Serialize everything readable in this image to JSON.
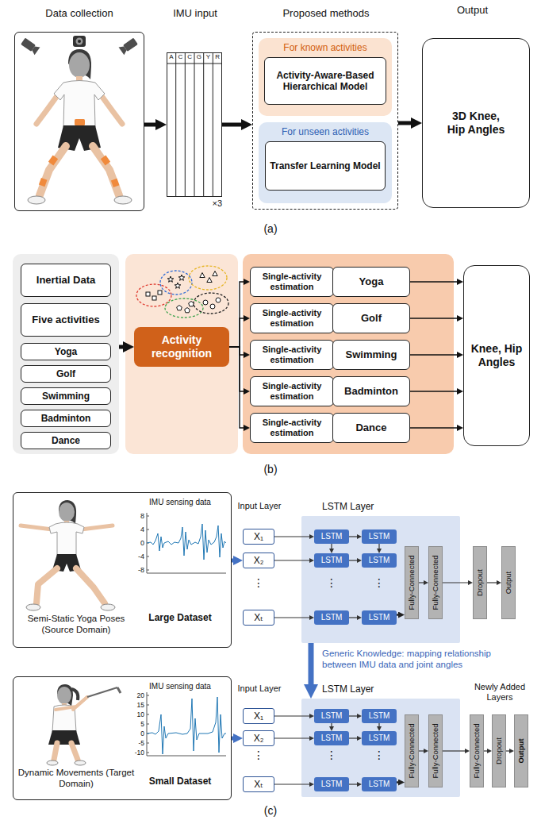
{
  "diagram": {
    "nodes": [
      {
        "text": [
          "Data collection"
        ]
      },
      {
        "text": [
          "IMU input"
        ]
      },
      {
        "text": [
          "Proposed methods"
        ]
      },
      {
        "text": [
          "For known activities"
        ],
        "in": 2
      },
      {
        "text": [
          "Activity-Aware-Based Hierarchical Model"
        ],
        "in": 3
      },
      {
        "text": [
          "For unseen activities"
        ],
        "in": 2
      },
      {
        "text": [
          "Transfer Learning Model"
        ],
        "in": 5
      },
      {
        "text": [
          "Output",
          "3D Knee, Hip Angles"
        ]
      },
      {
        "text": []
      },
      {
        "text": [
          "Inertial Data"
        ],
        "in": 8
      },
      {
        "text": [
          "Five activities"
        ],
        "in": 8
      },
      {
        "text": [
          "Yoga"
        ],
        "in": 8
      },
      {
        "text": [
          "Golf"
        ],
        "in": 8
      },
      {
        "text": [
          "Swimming"
        ],
        "in": 8
      },
      {
        "text": [
          "Badminton"
        ],
        "in": 8
      },
      {
        "text": [
          "Dance"
        ],
        "in": 8
      },
      {
        "text": [
          "Activity recognition"
        ]
      },
      {
        "text": [
          "Single-activity estimation"
        ]
      },
      {
        "text": [
          "Yoga"
        ]
      },
      {
        "text": [
          "Single-activity estimation"
        ]
      },
      {
        "text": [
          "Golf"
        ]
      },
      {
        "text": [
          "Single-activity estimation"
        ]
      },
      {
        "text": [
          "Swimming"
        ]
      },
      {
        "text": [
          "Single-activity estimation"
        ]
      },
      {
        "text": [
          "Badminton"
        ]
      },
      {
        "text": [
          "Single-activity estimation"
        ]
      },
      {
        "text": [
          "Dance"
        ]
      },
      {
        "text": [
          "Knee, Hip Angles"
        ]
      },
      {
        "text": [
          "Semi-Static Yoga Poses (Source Domain)",
          "IMU sensing data",
          "Large Dataset"
        ]
      },
      {
        "text": [
          "X₁"
        ]
      },
      {
        "text": [
          "X₂"
        ]
      },
      {
        "text": [
          "Xₜ"
        ]
      },
      {
        "text": [
          "LSTM Layer"
        ]
      },
      {
        "text": [
          "LSTM"
        ],
        "in": 32
      },
      {
        "text": [
          "LSTM"
        ],
        "in": 32
      },
      {
        "text": [
          "LSTM"
        ],
        "in": 32
      },
      {
        "text": [
          "LSTM"
        ],
        "in": 32
      },
      {
        "text": [
          "LSTM"
        ],
        "in": 32
      },
      {
        "text": [
          "LSTM"
        ],
        "in": 32
      },
      {
        "text": [
          "Fully-Connected"
        ],
        "in": 32
      },
      {
        "text": [
          "Fully-Connected"
        ],
        "in": 32
      },
      {
        "text": [
          "Dropout"
        ]
      },
      {
        "text": [
          "Output"
        ]
      },
      {
        "text": [
          "Dynamic Movements (Target Domain)",
          "IMU sensing data",
          "Small Dataset"
        ]
      },
      {
        "text": [
          "X₁"
        ]
      },
      {
        "text": [
          "X₂"
        ]
      },
      {
        "text": [
          "Xₜ"
        ]
      },
      {
        "text": [
          "LSTM Layer"
        ]
      },
      {
        "text": [
          "LSTM"
        ],
        "in": 47
      },
      {
        "text": [
          "LSTM"
        ],
        "in": 47
      },
      {
        "text": [
          "LSTM"
        ],
        "in": 47
      },
      {
        "text": [
          "LSTM"
        ],
        "in": 47
      },
      {
        "text": [
          "LSTM"
        ],
        "in": 47
      },
      {
        "text": [
          "LSTM"
        ],
        "in": 47
      },
      {
        "text": [
          "Fully-Connected"
        ],
        "in": 47
      },
      {
        "text": [
          "Fully-Connected"
        ],
        "in": 47
      },
      {
        "text": [
          "Fully-Connected"
        ]
      },
      {
        "text": [
          "Dropout"
        ]
      },
      {
        "text": [
          "Output"
        ]
      }
    ],
    "edges": [
      {
        "from": 0,
        "to": 1,
        "arrow": "to"
      },
      {
        "from": 1,
        "to": 2,
        "arrow": "to"
      },
      {
        "from": 2,
        "to": 7,
        "arrow": "to"
      },
      {
        "from": 8,
        "to": 16,
        "arrow": "to"
      },
      {
        "from": 16,
        "to": 17,
        "arrow": "to"
      },
      {
        "from": 16,
        "to": 19,
        "arrow": "to"
      },
      {
        "from": 16,
        "to": 21,
        "arrow": "to"
      },
      {
        "from": 16,
        "to": 23,
        "arrow": "to"
      },
      {
        "from": 16,
        "to": 25,
        "arrow": "to"
      },
      {
        "from": 18,
        "to": 27,
        "arrow": "to"
      },
      {
        "from": 20,
        "to": 27,
        "arrow": "to"
      },
      {
        "from": 22,
        "to": 27,
        "arrow": "to"
      },
      {
        "from": 24,
        "to": 27,
        "arrow": "to"
      },
      {
        "from": 26,
        "to": 27,
        "arrow": "to"
      },
      {
        "from": 28,
        "to": 30,
        "arrow": "to"
      },
      {
        "from": 29,
        "to": 33,
        "arrow": "to"
      },
      {
        "from": 33,
        "to": 34,
        "arrow": "to"
      },
      {
        "from": 30,
        "to": 35,
        "arrow": "to"
      },
      {
        "from": 35,
        "to": 36,
        "arrow": "to"
      },
      {
        "from": 31,
        "to": 37,
        "arrow": "to"
      },
      {
        "from": 37,
        "to": 38,
        "arrow": "to"
      },
      {
        "from": 33,
        "to": 35,
        "arrow": "to"
      },
      {
        "from": 34,
        "to": 36,
        "arrow": "to"
      },
      {
        "from": 38,
        "to": 39,
        "arrow": "to"
      },
      {
        "from": 39,
        "to": 40,
        "arrow": "to"
      },
      {
        "from": 40,
        "to": 41,
        "arrow": "to"
      },
      {
        "from": 41,
        "to": 42,
        "arrow": "to"
      },
      {
        "from": 32,
        "to": 47,
        "label": "Generic Knowledge: mapping relationship between IMU data and joint angles",
        "arrow": "to"
      },
      {
        "from": 43,
        "to": 45,
        "arrow": "to"
      },
      {
        "from": 44,
        "to": 48,
        "arrow": "to"
      },
      {
        "from": 48,
        "to": 49,
        "arrow": "to"
      },
      {
        "from": 45,
        "to": 50,
        "arrow": "to"
      },
      {
        "from": 50,
        "to": 51,
        "arrow": "to"
      },
      {
        "from": 46,
        "to": 52,
        "arrow": "to"
      },
      {
        "from": 52,
        "to": 53,
        "arrow": "to"
      },
      {
        "from": 48,
        "to": 50,
        "arrow": "to"
      },
      {
        "from": 49,
        "to": 51,
        "arrow": "to"
      },
      {
        "from": 53,
        "to": 54,
        "arrow": "to"
      },
      {
        "from": 54,
        "to": 55,
        "arrow": "to"
      },
      {
        "from": 55,
        "to": 56,
        "arrow": "to"
      },
      {
        "from": 56,
        "to": 57,
        "arrow": "to"
      },
      {
        "from": 57,
        "to": 58,
        "arrow": "to"
      }
    ],
    "labels": [
      "A",
      "C",
      "C",
      "G",
      "Y",
      "R",
      "×3",
      "(a)",
      "(b)",
      "8",
      "4",
      "0",
      "-4",
      "-8",
      "Input Layer",
      "⋮",
      "⋮",
      "⋮",
      "20",
      "15",
      "10",
      "5",
      "0",
      "-5",
      "-10",
      "Input Layer",
      "Newly Added Layers",
      "⋮",
      "⋮",
      "⋮",
      "(c)"
    ]
  }
}
